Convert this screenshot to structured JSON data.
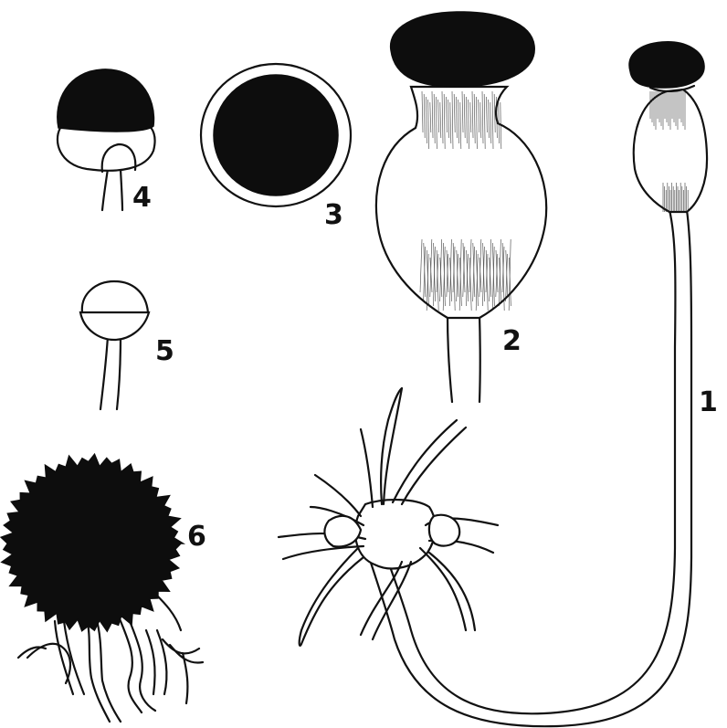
{
  "figure_labels": {
    "fig1": "1",
    "fig2": "2",
    "fig3": "3",
    "fig4": "4",
    "fig5": "5",
    "fig6": "6"
  }
}
